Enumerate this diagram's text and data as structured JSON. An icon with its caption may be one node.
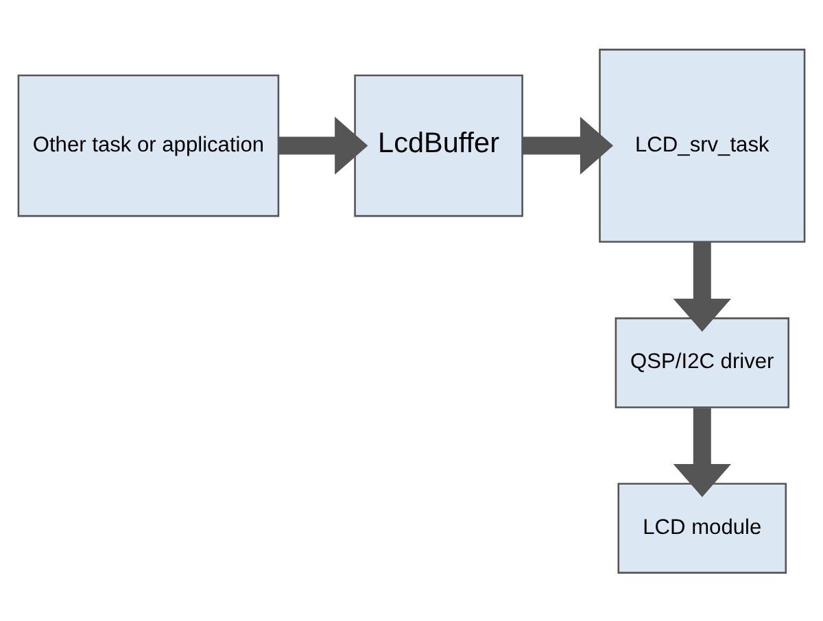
{
  "diagram": {
    "nodes": [
      {
        "text": [
          "Other task or application"
        ]
      },
      {
        "text": [
          "LcdBuffer"
        ]
      },
      {
        "text": [
          "LCD_srv_task"
        ]
      },
      {
        "text": [
          "QSP/I2C driver"
        ]
      },
      {
        "text": [
          "LCD module"
        ]
      }
    ],
    "edges": [
      {
        "from": 0,
        "to": 1,
        "arrow": "to"
      },
      {
        "from": 1,
        "to": 2,
        "arrow": "to"
      },
      {
        "from": 2,
        "to": 3,
        "arrow": "to"
      },
      {
        "from": 3,
        "to": 4,
        "arrow": "to"
      }
    ]
  }
}
